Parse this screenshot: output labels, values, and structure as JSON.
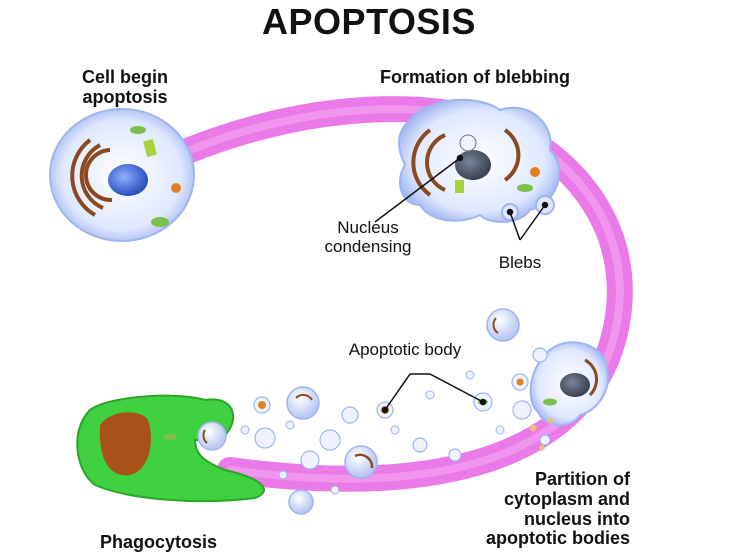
{
  "title": "APOPTOSIS",
  "labels": {
    "cell_begin": "Cell begin\napoptosis",
    "blebbing": "Formation of blebbing",
    "nucleus_condensing": "Nucleus\ncondensing",
    "blebs": "Blebs",
    "apoptotic_body": "Apoptotic body",
    "partition": "Partition of\ncytoplasm and\nnucleus into\napoptotic bodies",
    "phagocytosis": "Phagocytosis"
  },
  "colors": {
    "arrow": "#e86ee6",
    "cell_fill": "#dde6ff",
    "nucleus": "#3a5fd6",
    "phagocyte": "#3fd13f",
    "phagocyte_nucleus": "#a8521a",
    "organelle": "#8a4a1e"
  }
}
